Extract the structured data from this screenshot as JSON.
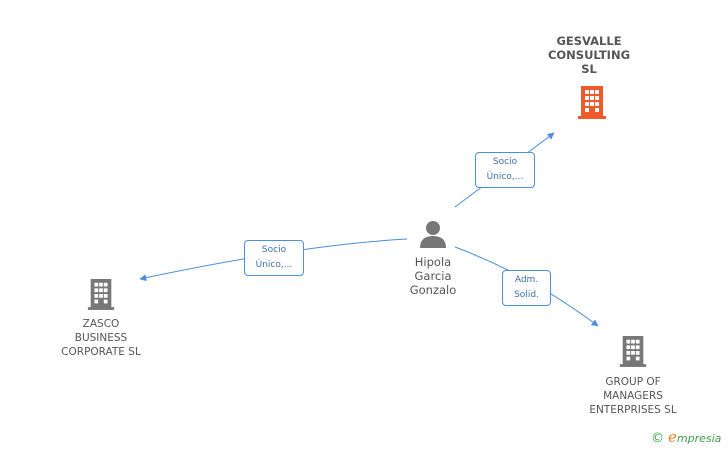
{
  "nodes": {
    "gesvalle": {
      "label": "GESVALLE\nCONSULTING\nSL",
      "icon": "building-icon",
      "color": "#f05a28"
    },
    "person": {
      "label": "Hipola\nGarcia\nGonzalo",
      "icon": "person-icon",
      "color": "#777777"
    },
    "zasco": {
      "label": "ZASCO\nBUSINESS\nCORPORATE SL",
      "icon": "building-icon",
      "color": "#777777"
    },
    "group": {
      "label": "GROUP OF\nMANAGERS\nENTERPRISES SL",
      "icon": "building-icon",
      "color": "#777777"
    }
  },
  "edges": {
    "to_gesvalle": {
      "label": "Socio\nÚnico,..."
    },
    "to_zasco": {
      "label": "Socio\nÚnico,..."
    },
    "to_group": {
      "label": "Adm.\nSolid."
    }
  },
  "footer": {
    "copyright": "©",
    "brand_first": "e",
    "brand_rest": "mpresia"
  },
  "colors": {
    "edge": "#4a8fd8",
    "accent_building": "#f05a28",
    "building": "#777777"
  }
}
